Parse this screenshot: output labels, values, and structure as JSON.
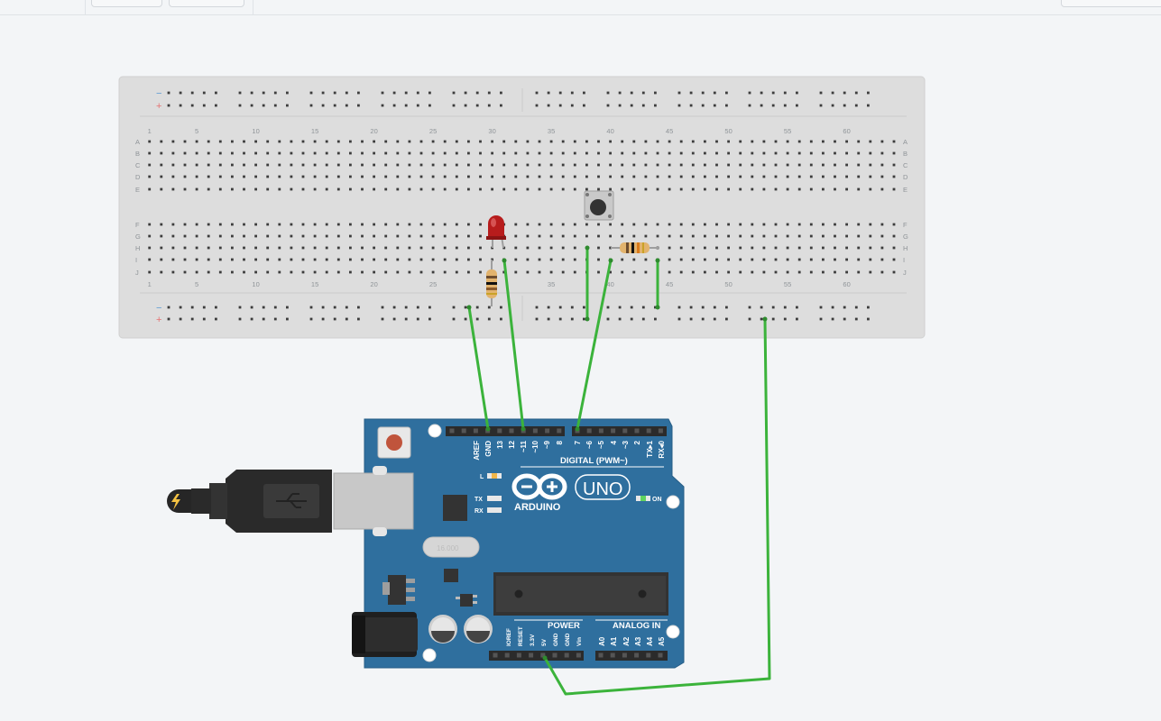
{
  "breadboard": {
    "column_numbers": [
      "1",
      "5",
      "10",
      "15",
      "20",
      "25",
      "30",
      "35",
      "40",
      "45",
      "50",
      "55",
      "60"
    ],
    "row_letters_top": [
      "A",
      "B",
      "C",
      "D",
      "E"
    ],
    "row_letters_bottom": [
      "F",
      "G",
      "H",
      "I",
      "J"
    ],
    "rail_minus": "−",
    "rail_plus": "+"
  },
  "arduino": {
    "digital_pins": [
      "AREF",
      "GND",
      "13",
      "12",
      "~11",
      "~10",
      "~9",
      "8",
      "7",
      "~6",
      "~5",
      "4",
      "~3",
      "2",
      "TX▸1",
      "RX◂0"
    ],
    "digital_label": "DIGITAL (PWM~)",
    "led_l": "L",
    "led_tx": "TX",
    "led_rx": "RX",
    "brand": "ARDUINO",
    "model": "UNO",
    "on_label": "ON",
    "power_label": "POWER",
    "power_pins": [
      "IOREF",
      "RESET",
      "3.3V",
      "5V",
      "GND",
      "GND",
      "Vin"
    ],
    "analog_label": "ANALOG IN",
    "analog_pins": [
      "A0",
      "A1",
      "A2",
      "A3",
      "A4",
      "A5"
    ],
    "crystal": "16.000"
  },
  "colors": {
    "wire": "#3bb33b",
    "board": "#2f6f9e",
    "breadboard": "#dddddd",
    "led": "#b71c1c"
  }
}
